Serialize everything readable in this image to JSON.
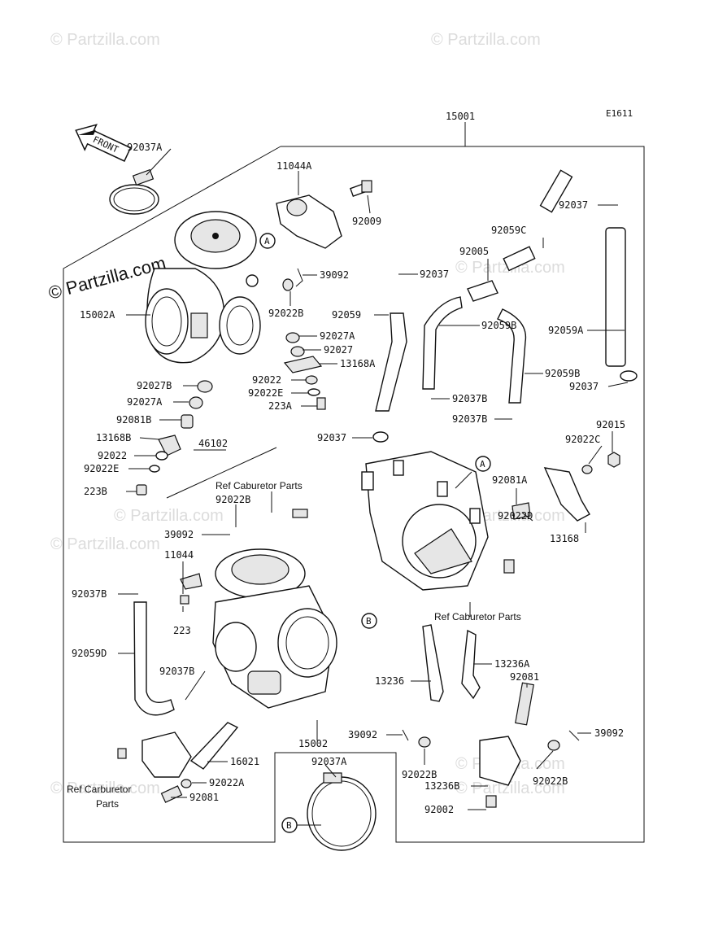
{
  "diagram_code": "E1611",
  "watermarks": [
    "© Partzilla.com",
    "© Partzilla.com",
    "© Partzilla.com",
    "© Partzilla.com",
    "© Partzilla.com",
    "© Partzilla.com",
    "© Partzilla.com",
    "© Partzilla.com",
    "© Partzilla.com"
  ],
  "brand_watermark": "© Partzilla.com",
  "front_label": "FRONT",
  "callouts": {
    "A": "A",
    "B": "B"
  },
  "refs": {
    "cab_upper": "Ref Caburetor Parts",
    "cab_mid": "Ref Caburetor Parts",
    "carb_left_1": "Ref Carburetor",
    "carb_left_2": "Parts"
  },
  "labels": {
    "p15001": "15001",
    "p92037A_top": "92037A",
    "p11044A": "11044A",
    "p92009": "92009",
    "p92037_tr": "92037",
    "p92059C": "92059C",
    "p92005": "92005",
    "p39092_a": "39092",
    "p92037_mid": "92037",
    "p15002A": "15002A",
    "p92022B_a": "92022B",
    "p92059": "92059",
    "p92059B_a": "92059B",
    "p92059A": "92059A",
    "p92027A_a": "92027A",
    "p92027": "92027",
    "p13168A": "13168A",
    "p92022_a": "92022",
    "p92022E_a": "92022E",
    "p223A": "223A",
    "p92037B_a": "92037B",
    "p92059B_b": "92059B",
    "p92037_r": "92037",
    "p92027B": "92027B",
    "p92027A_b": "92027A",
    "p92081B": "92081B",
    "p92037B_b": "92037B",
    "p92015": "92015",
    "p13168B": "13168B",
    "p92037_l": "92037",
    "p46102": "46102",
    "p92022C": "92022C",
    "p92022_b": "92022",
    "p92022E_b": "92022E",
    "p223B": "223B",
    "p92022B_b": "92022B",
    "p92081A": "92081A",
    "p39092_b": "39092",
    "p92022D": "92022D",
    "p13168": "13168",
    "p11044": "11044",
    "p223": "223",
    "p92037B_c": "92037B",
    "p92059D": "92059D",
    "p92037B_d": "92037B",
    "p13236": "13236",
    "p13236A": "13236A",
    "p92081": "92081",
    "p15002": "15002",
    "p39092_c": "39092",
    "p39092_d": "39092",
    "p92037A_b": "92037A",
    "p16021": "16021",
    "p92022B_c": "92022B",
    "p92022A": "92022A",
    "p13236B": "13236B",
    "p92022B_d": "92022B",
    "p92081_b": "92081",
    "p92002": "92002"
  }
}
